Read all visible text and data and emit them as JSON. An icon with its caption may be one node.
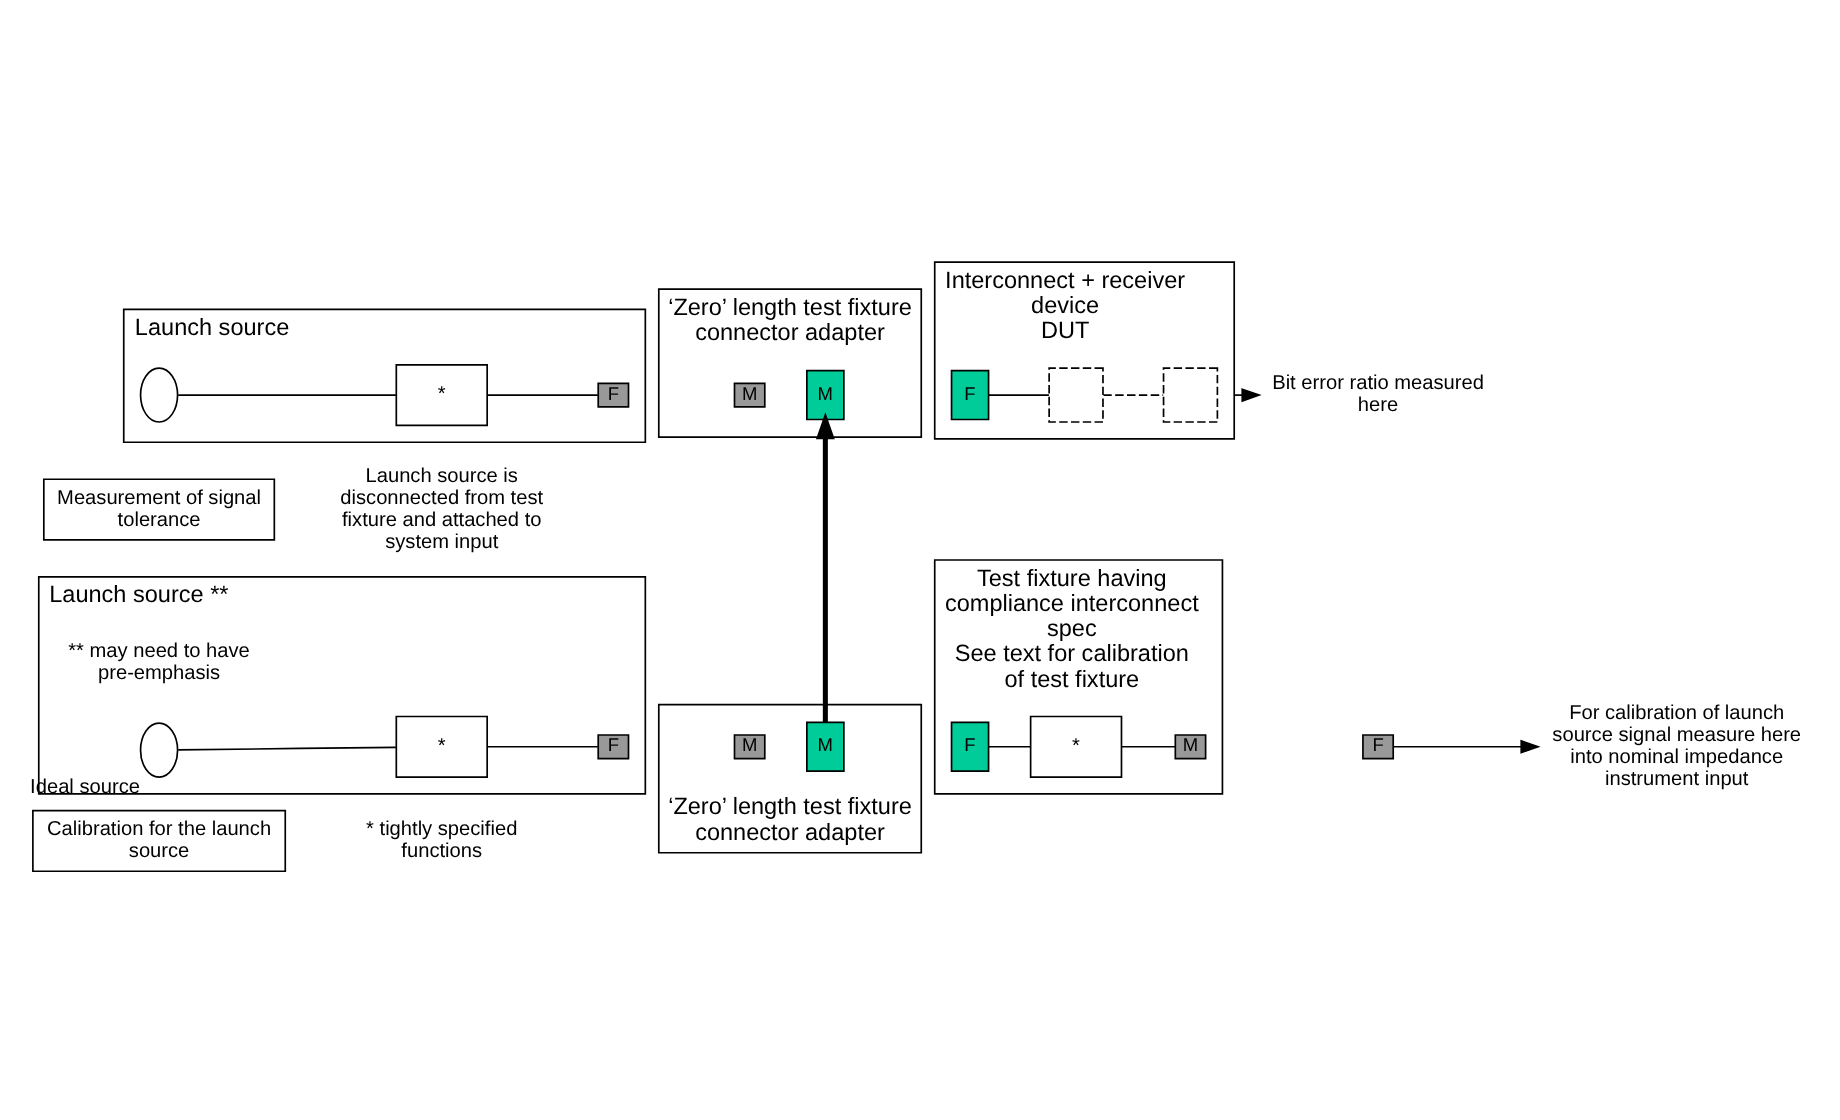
{
  "diagram": {
    "nodes": [
      {
        "text": [
          "Launch source"
        ]
      },
      {
        "text": [],
        "shape": "circle",
        "in": 0
      },
      {
        "text": [
          "*"
        ],
        "in": 0
      },
      {
        "text": [
          "F"
        ],
        "in": 0
      },
      {
        "text": [
          "‘Zero’ length test fixture connector adapter"
        ]
      },
      {
        "text": [
          "M"
        ],
        "in": 4
      },
      {
        "text": [
          "M"
        ],
        "in": 4
      },
      {
        "text": [
          "Interconnect + receiver device",
          "DUT"
        ]
      },
      {
        "text": [
          "F"
        ],
        "in": 7
      },
      {
        "text": [],
        "shape": "box",
        "in": 7
      },
      {
        "text": [],
        "shape": "box",
        "in": 7
      },
      {
        "text": [
          "Bit error ratio measured here"
        ]
      },
      {
        "text": [
          "Measurement of signal tolerance"
        ]
      },
      {
        "text": [
          "Launch source **"
        ],
        "beside": [
          "** may need to have pre-emphasis"
        ]
      },
      {
        "text": [],
        "shape": "circle",
        "in": 13,
        "beside": [
          "Ideal source"
        ]
      },
      {
        "text": [
          "*"
        ],
        "in": 13
      },
      {
        "text": [
          "F"
        ],
        "in": 13
      },
      {
        "text": [
          "‘Zero’ length test fixture connector adapter"
        ]
      },
      {
        "text": [
          "M"
        ],
        "in": 17
      },
      {
        "text": [
          "M"
        ],
        "in": 17
      },
      {
        "text": [
          "Test fixture having compliance interconnect spec",
          "See text for calibration of test fixture"
        ]
      },
      {
        "text": [
          "F"
        ],
        "in": 20
      },
      {
        "text": [
          "*"
        ],
        "in": 20
      },
      {
        "text": [
          "M"
        ],
        "in": 20
      },
      {
        "text": [
          "F"
        ]
      },
      {
        "text": [
          "For calibration of launch source signal measure here into nominal impedance instrument input"
        ]
      },
      {
        "text": [
          "Calibration for the launch source"
        ]
      }
    ],
    "edges": [
      {
        "from": 1,
        "to": 2,
        "arrow": "none"
      },
      {
        "from": 2,
        "to": 3,
        "arrow": "none"
      },
      {
        "from": 8,
        "to": 9,
        "arrow": "none"
      },
      {
        "from": 9,
        "to": 10,
        "arrow": "none",
        "style": "dashed"
      },
      {
        "from": 7,
        "to": 11,
        "arrow": "to"
      },
      {
        "from": 14,
        "to": 15,
        "arrow": "none"
      },
      {
        "from": 15,
        "to": 16,
        "arrow": "none"
      },
      {
        "from": 21,
        "to": 22,
        "arrow": "none"
      },
      {
        "from": 22,
        "to": 23,
        "arrow": "none"
      },
      {
        "from": 24,
        "to": 25,
        "arrow": "to"
      },
      {
        "from": 19,
        "to": 6,
        "arrow": "to",
        "style": "thick"
      }
    ],
    "labels": [
      "Launch source is disconnected from test fixture and attached to system input",
      "* tightly specified functions"
    ]
  }
}
